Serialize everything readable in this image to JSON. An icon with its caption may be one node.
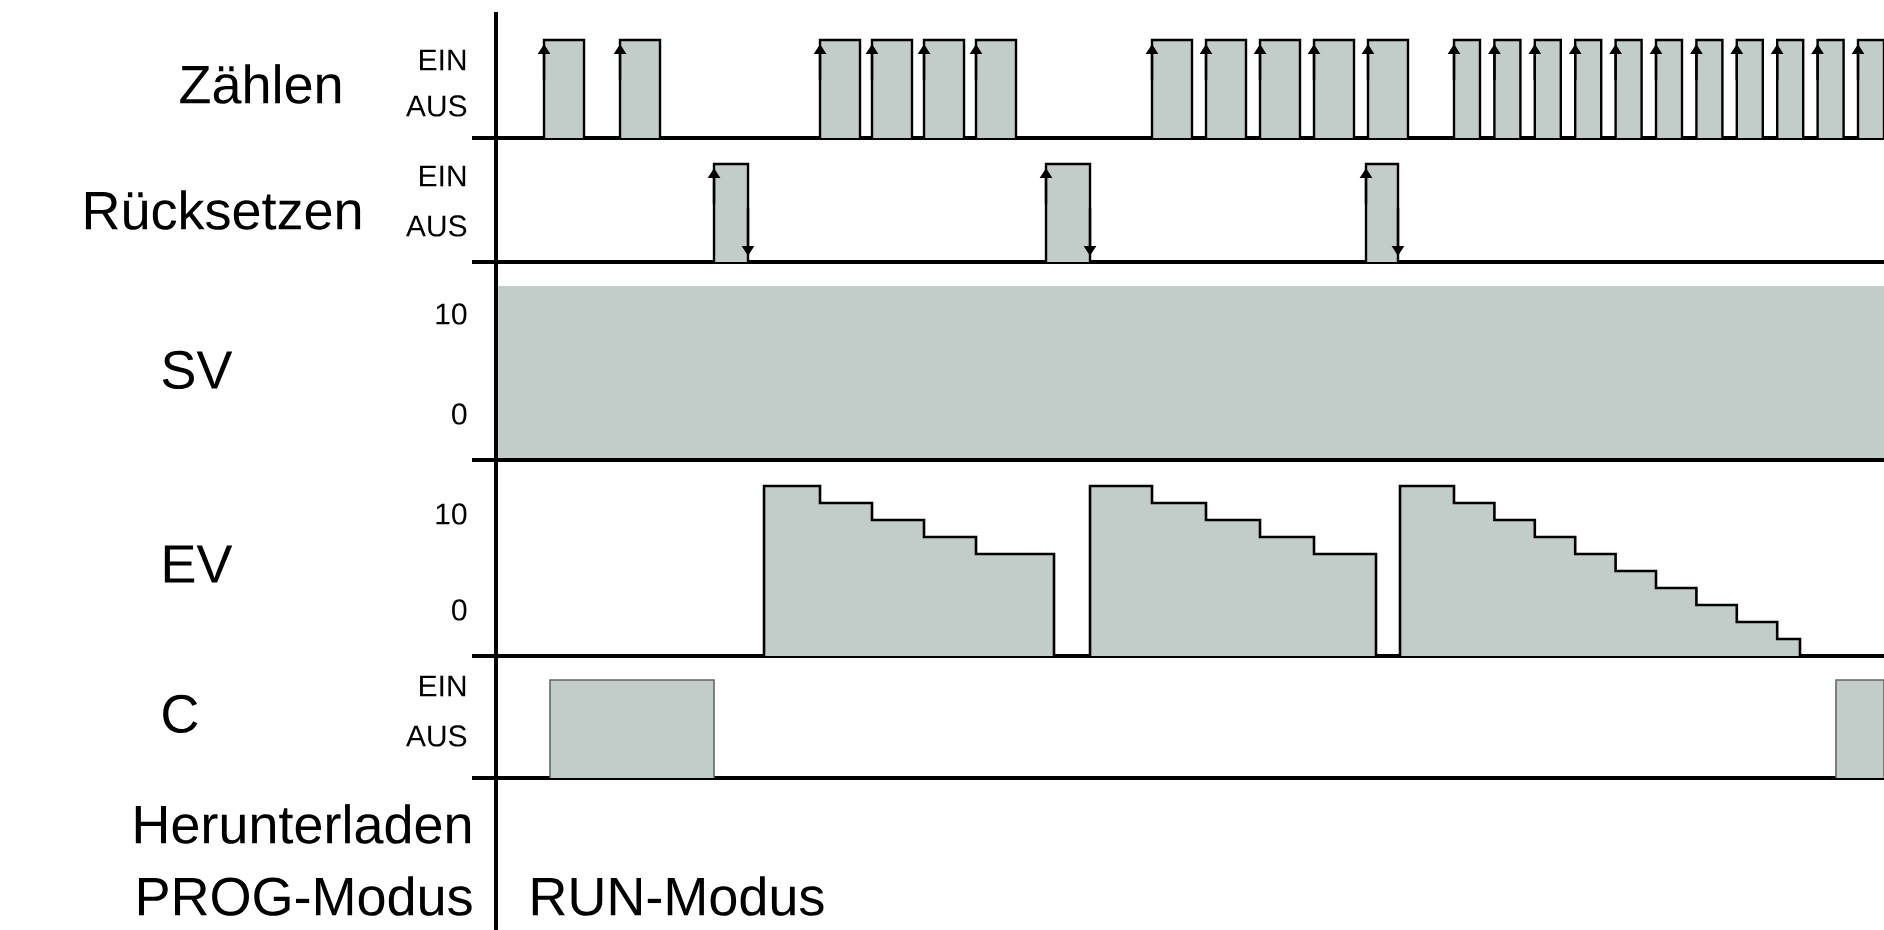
{
  "diagram": {
    "labels": [
      "Zählen",
      "EIN",
      "AUS",
      "Rücksetzen",
      "EIN",
      "AUS",
      "10",
      "SV",
      "0",
      "10",
      "EV",
      "0",
      "C",
      "EIN",
      "AUS",
      "Herunterladen",
      "PROG-Modus",
      "RUN-Modus"
    ]
  }
}
